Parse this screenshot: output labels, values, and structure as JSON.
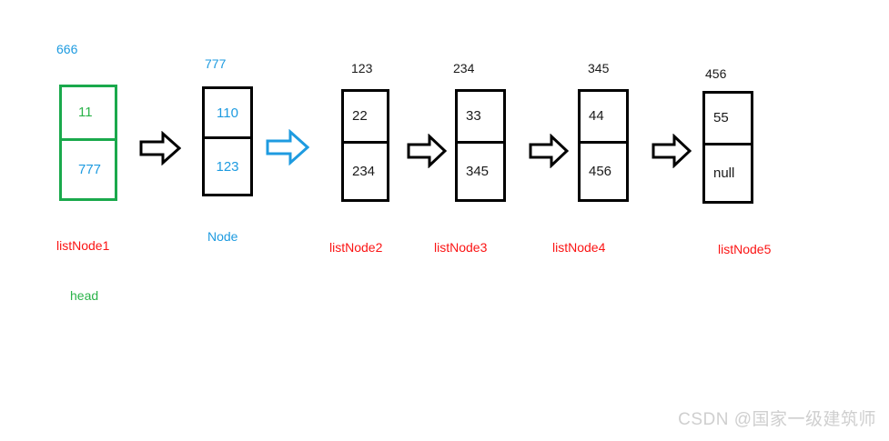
{
  "diagram": {
    "title": "Linked list node chain diagram",
    "colors": {
      "green": "#1aa94c",
      "blue": "#1e9be0",
      "red": "#fb1414",
      "black": "#000000",
      "watermark_gray": "#cfcfcf"
    },
    "nodes": [
      {
        "id": "node-1",
        "address_label": "666",
        "address_color": "blue",
        "data_value": "11",
        "data_color": "green",
        "next_value": "777",
        "next_color": "blue",
        "border_color": "green",
        "name_label": "listNode1",
        "name_color": "red",
        "extra_label": "head",
        "extra_color": "green",
        "align": "indent"
      },
      {
        "id": "node-2",
        "address_label": "777",
        "address_color": "blue",
        "data_value": "110",
        "data_color": "blue",
        "next_value": "123",
        "next_color": "blue",
        "border_color": "black",
        "name_label": "Node",
        "name_color": "blue",
        "extra_label": "",
        "extra_color": "blue",
        "align": "center"
      },
      {
        "id": "node-3",
        "address_label": "123",
        "address_color": "black",
        "data_value": "22",
        "data_color": "black",
        "next_value": "234",
        "next_color": "black",
        "border_color": "black",
        "name_label": "listNode2",
        "name_color": "red",
        "extra_label": "",
        "extra_color": "black",
        "align": "mixed"
      },
      {
        "id": "node-4",
        "address_label": "234",
        "address_color": "black",
        "data_value": "33",
        "data_color": "black",
        "next_value": "345",
        "next_color": "black",
        "border_color": "black",
        "name_label": "listNode3",
        "name_color": "red",
        "extra_label": "",
        "extra_color": "black",
        "align": "mixed"
      },
      {
        "id": "node-5",
        "address_label": "345",
        "address_color": "black",
        "data_value": "44",
        "data_color": "black",
        "next_value": "456",
        "next_color": "black",
        "border_color": "black",
        "name_label": "listNode4",
        "name_color": "red",
        "extra_label": "",
        "extra_color": "black",
        "align": "mixed"
      },
      {
        "id": "node-6",
        "address_label": "456",
        "address_color": "black",
        "data_value": "55",
        "data_color": "black",
        "next_value": "null",
        "next_color": "black",
        "border_color": "black",
        "name_label": "listNode5",
        "name_color": "red",
        "extra_label": "",
        "extra_color": "black",
        "align": "mixed"
      }
    ],
    "arrows": [
      {
        "id": "arrow-1",
        "color": "black",
        "icon": "right-block-arrow-icon"
      },
      {
        "id": "arrow-2",
        "color": "blue",
        "icon": "right-block-arrow-icon"
      },
      {
        "id": "arrow-3",
        "color": "black",
        "icon": "right-block-arrow-icon"
      },
      {
        "id": "arrow-4",
        "color": "black",
        "icon": "right-block-arrow-icon"
      },
      {
        "id": "arrow-5",
        "color": "black",
        "icon": "right-block-arrow-icon"
      }
    ],
    "watermark": "CSDN @国家一级建筑师"
  }
}
